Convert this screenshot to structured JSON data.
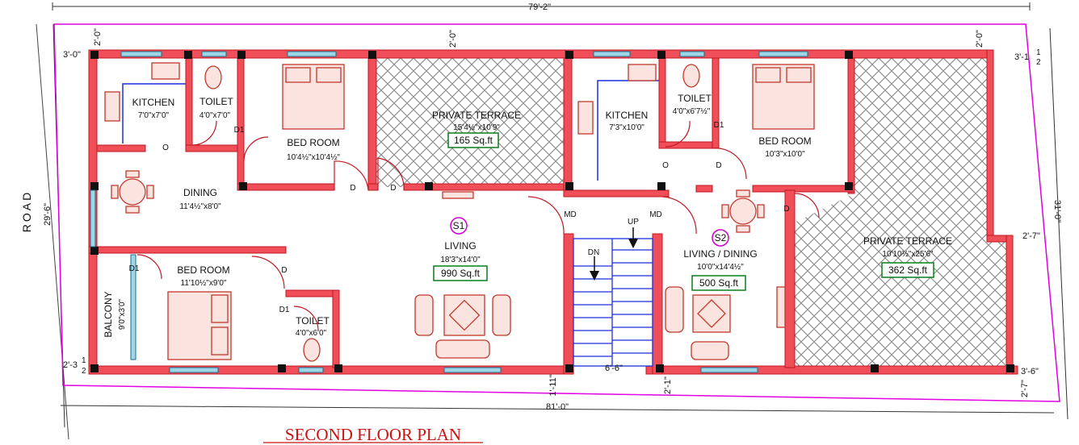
{
  "title": "SECOND FLOOR PLAN",
  "road": "ROAD",
  "colors": {
    "wall": "#f04e58",
    "wall_edge": "#c01822",
    "plot_line": "#e100e1",
    "furniture": "#c0392b",
    "stair": "#1a2fe0",
    "area_box": "#0a7d1a",
    "window": "#9fd6e8",
    "hatch": "#8a8a8a"
  },
  "dimensions": {
    "top_total": "79'-2\"",
    "bottom_total": "81'-0\"",
    "left_depth": "29'-6\"",
    "right_depth": "31'-0\"",
    "top_left_offset": "3'-0\"",
    "top_left_setback": "2'-0\"",
    "top_mid_setback": "2'-0\"",
    "top_right_setback": "2'-0\"",
    "top_right_offset_whole": "3'-1",
    "top_right_offset_num": "1",
    "top_right_offset_den": "2",
    "bottom_left_offset_whole": "2'-3",
    "bottom_left_offset_num": "1",
    "bottom_left_offset_den": "2",
    "stair_width": "6'-6\"",
    "stair_left_gap": "1'-11\"",
    "stair_right_gap": "2'-1\"",
    "right_mid_offset": "2'-7\"",
    "right_bottom_offset": "3'-6\"",
    "right_bottom_gap": "2'-7\""
  },
  "units": {
    "s1": "S1",
    "s2": "S2"
  },
  "rooms": {
    "kitchen1": {
      "name": "KITCHEN",
      "size": "7'0\"x7'0\""
    },
    "toilet1": {
      "name": "TOILET",
      "size": "4'0\"x7'0\""
    },
    "bed1": {
      "name": "BED ROOM",
      "size": "10'4½\"x10'4½\""
    },
    "terrace1": {
      "name": "PRIVATE TERRACE",
      "size": "15'4½\"x10'9\"",
      "area": "165 Sq.ft"
    },
    "dining1": {
      "name": "DINING",
      "size": "11'4½\"x8'0\""
    },
    "bed2": {
      "name": "BED ROOM",
      "size": "11'10½\"x9'0\""
    },
    "balcony": {
      "name": "BALCONY",
      "size": "9'0\"x3'0\""
    },
    "toilet2": {
      "name": "TOILET",
      "size": "4'0\"x6'0\""
    },
    "living1": {
      "name": "LIVING",
      "size": "18'3\"x14'0\"",
      "area": "990 Sq.ft"
    },
    "kitchen2": {
      "name": "KITCHEN",
      "size": "7'3\"x10'0\""
    },
    "toilet3": {
      "name": "TOILET",
      "size": "4'0\"x6'7½\""
    },
    "bed3": {
      "name": "BED ROOM",
      "size": "10'3\"x10'0\""
    },
    "living2": {
      "name": "LIVING / DINING",
      "size": "10'0\"x14'4½\"",
      "area": "500 Sq.ft"
    },
    "terrace2": {
      "name": "PRIVATE TERRACE",
      "size": "10'10½\"x25'6\"",
      "area": "362 Sq.ft"
    }
  },
  "doors": {
    "d": "D",
    "d1": "D1",
    "md": "MD",
    "o": "O"
  },
  "stair": {
    "up": "UP",
    "dn": "DN"
  }
}
